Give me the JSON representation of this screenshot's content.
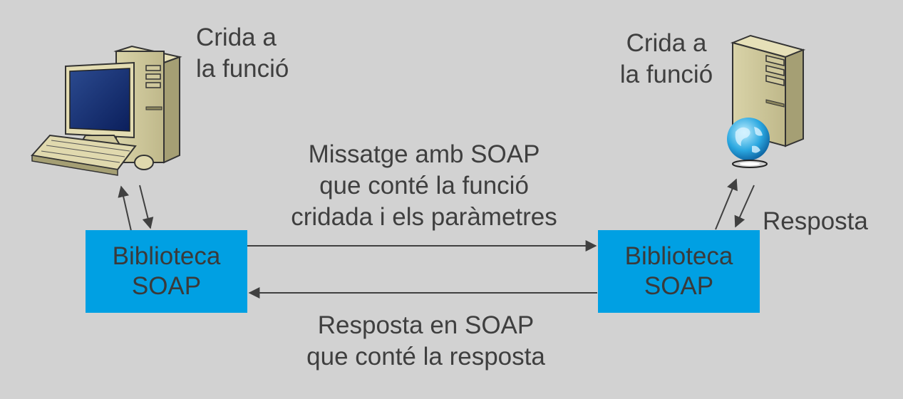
{
  "client": {
    "caption": "Crida a\nla funció",
    "icon": "desktop-computer-icon",
    "library_label": "Biblioteca\nSOAP"
  },
  "server": {
    "caption": "Crida a\nla funció",
    "icon": "server-tower-globe-icon",
    "library_label": "Biblioteca\nSOAP",
    "response_label": "Resposta"
  },
  "request_label": "Missatge amb SOAP\nque conté la funció\ncridada i els paràmetres",
  "response_label": "Resposta en SOAP\nque conté la resposta",
  "colors": {
    "background": "#d2d2d2",
    "library_box": "#00a0e3",
    "text": "#3f3f3f",
    "arrow": "#404040"
  }
}
